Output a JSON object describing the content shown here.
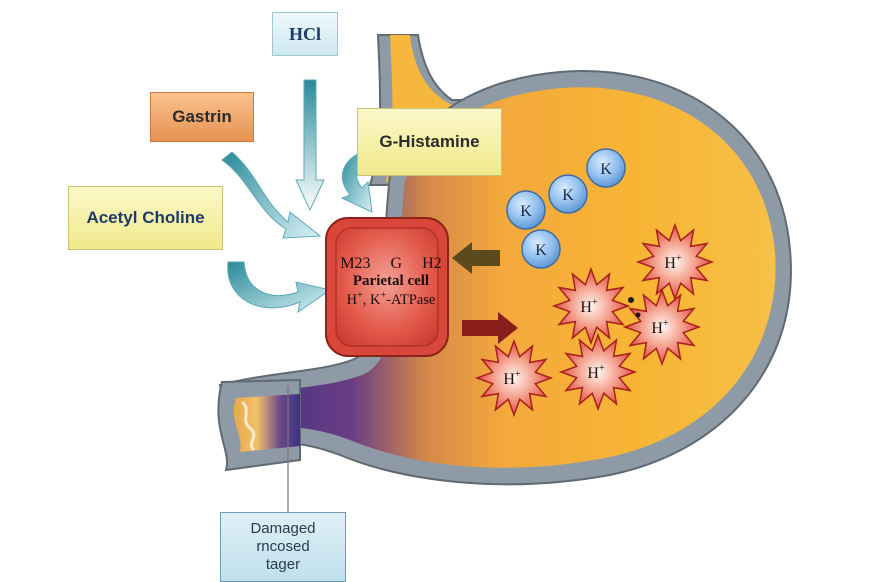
{
  "labels": {
    "hcl": "HCl",
    "gastrin": "Gastrin",
    "g_histamine": "G-Histamine",
    "acetyl_choline": "Acetyl Choline",
    "damaged": {
      "line1": "Damaged",
      "line2": "rncosed",
      "line3": "tager"
    }
  },
  "parietal_cell": {
    "receptors": "M23  G  H2",
    "title": "Parietal cell",
    "pump_prefix": "H",
    "pump_sup": "+",
    "pump_mid": ", K",
    "pump_sup2": "+",
    "pump_suffix": "-ATPase"
  },
  "potassium": {
    "label": "K"
  },
  "hydrogen": {
    "label": "H",
    "charge": "+"
  },
  "colors": {
    "stomach_orange": "#f7b534",
    "stomach_purple": "#3d3185",
    "cell_red": "#e04a3c",
    "k_blue": "#7aaee6",
    "h_star": "#d92e2a"
  }
}
